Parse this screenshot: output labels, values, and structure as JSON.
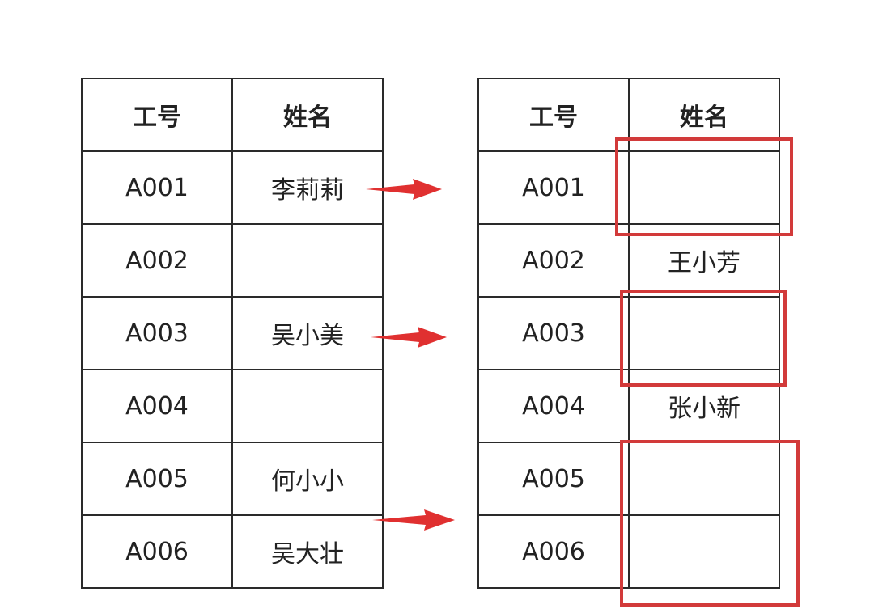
{
  "left_table": {
    "headers": [
      "工号",
      "姓名"
    ],
    "rows": [
      {
        "id": "A001",
        "name": "李莉莉"
      },
      {
        "id": "A002",
        "name": ""
      },
      {
        "id": "A003",
        "name": "吴小美"
      },
      {
        "id": "A004",
        "name": ""
      },
      {
        "id": "A005",
        "name": "何小小"
      },
      {
        "id": "A006",
        "name": "吴大壮"
      }
    ]
  },
  "right_table": {
    "headers": [
      "工号",
      "姓名"
    ],
    "rows": [
      {
        "id": "A001",
        "name": ""
      },
      {
        "id": "A002",
        "name": "王小芳"
      },
      {
        "id": "A003",
        "name": ""
      },
      {
        "id": "A004",
        "name": "张小新"
      },
      {
        "id": "A005",
        "name": ""
      },
      {
        "id": "A006",
        "name": ""
      }
    ]
  },
  "colors": {
    "arrow": "#e03030",
    "highlight": "#d23a3a",
    "border": "#2a2a2a"
  },
  "icons": [
    "right-arrow-icon"
  ]
}
